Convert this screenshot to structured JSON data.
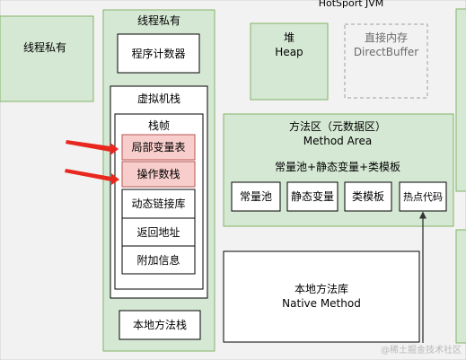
{
  "diagram": {
    "top_label": "HotSport JVM",
    "thread_private_left": {
      "label": "线程私有"
    },
    "thread_private_column": {
      "label": "线程私有",
      "program_counter": "程序计数器",
      "vm_stack": {
        "label": "虚拟机栈",
        "stack_frame": {
          "label": "栈帧",
          "items": [
            {
              "label": "局部变量表",
              "highlighted": true
            },
            {
              "label": "操作数栈",
              "highlighted": true
            },
            {
              "label": "动态链接库",
              "highlighted": false
            },
            {
              "label": "返回地址",
              "highlighted": false
            },
            {
              "label": "附加信息",
              "highlighted": false
            }
          ]
        }
      },
      "native_method_stack": "本地方法栈"
    },
    "heap": {
      "label_cn": "堆",
      "label_en": "Heap"
    },
    "direct_buffer": {
      "label_cn": "直接内存",
      "label_en": "DirectBuffer"
    },
    "method_area": {
      "title_cn": "方法区（元数据区）",
      "title_en": "Method Area",
      "subtitle": "常量池+静态变量+类模板",
      "items": [
        "常量池",
        "静态变量",
        "类模板",
        "热点代码"
      ]
    },
    "native_method_lib": {
      "label_cn": "本地方法库",
      "label_en": "Native Method"
    },
    "watermark": "@稀土掘金技术社区"
  },
  "colors": {
    "panel_fill": "#d5e8d4",
    "panel_stroke": "#82b366",
    "highlight_fill": "#f8cecc",
    "highlight_stroke": "#b85450",
    "arrow": "#e8281e",
    "outer_bg": "#f2f2f2",
    "dashed_stroke": "#9e9e9e"
  }
}
